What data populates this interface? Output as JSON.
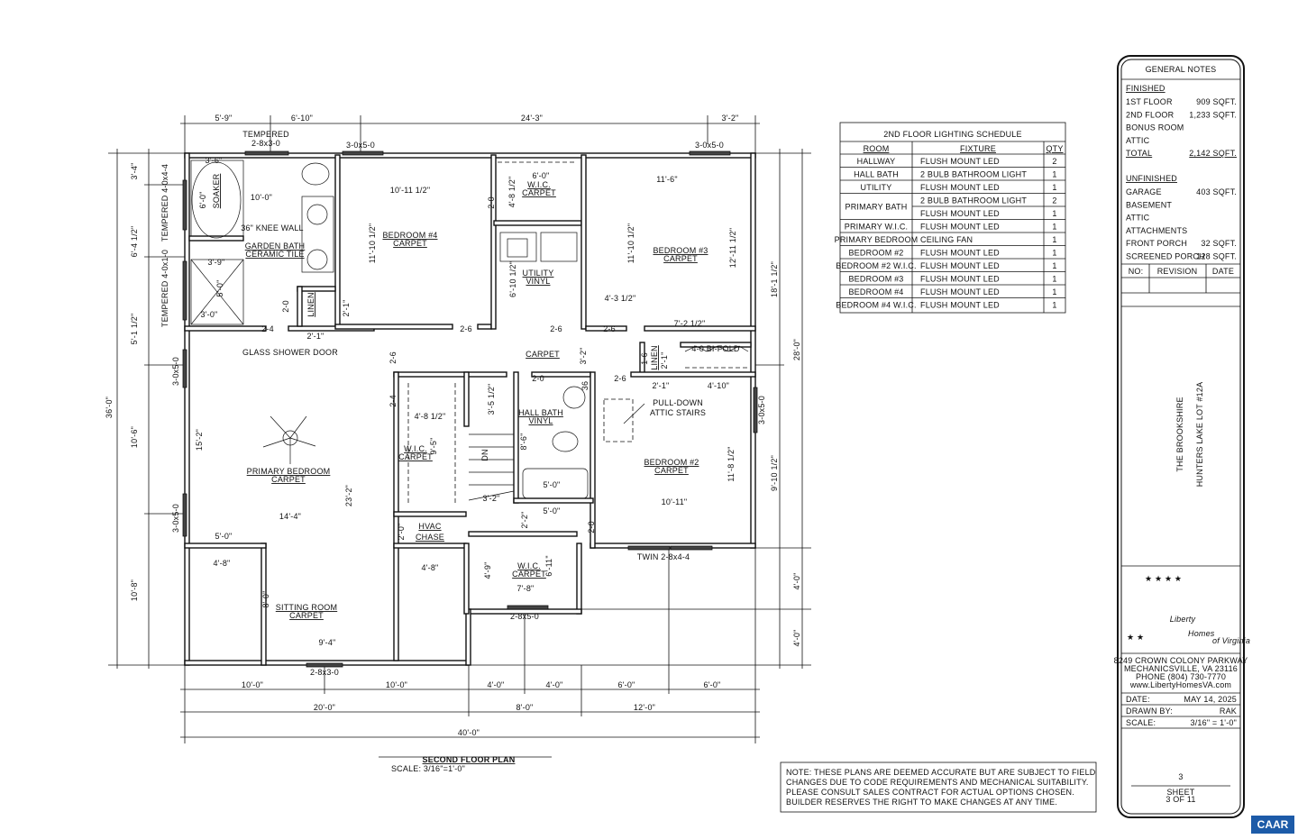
{
  "plan": {
    "title": "SECOND FLOOR PLAN",
    "scale": "SCALE: 3/16\"=1'-0\"",
    "rooms": [
      "BEDROOM #4",
      "CARPET",
      "W.I.C.",
      "CARPET",
      "UTILITY",
      "VINYL",
      "BEDROOM #3",
      "CARPET",
      "CARPET",
      "HALL BATH",
      "VINYL",
      "BEDROOM #2",
      "CARPET",
      "W.I.C.",
      "CARPET",
      "HVAC",
      "CHASE",
      "W.I.C.",
      "CARPET",
      "PRIMARY BEDROOM",
      "CARPET",
      "SITTING ROOM",
      "CARPET",
      "GARDEN BATH",
      "CERAMIC TILE",
      "SOAKER",
      "LINEN",
      "LINEN"
    ],
    "annotations": [
      "36\" KNEE WALL",
      "GLASS SHOWER DOOR",
      "PULL-DOWN",
      "ATTIC STAIRS",
      "4-0 BI-FOLD",
      "DN"
    ],
    "windows": [
      "TEMPERED",
      "2-8x3-0",
      "3-0x5-0",
      "3-0x5-0",
      "TEMPERED 4-0x4-4",
      "TEMPERED 4-0x1-0",
      "3-0x5-0",
      "3-0x5-0",
      "3-0x5-0",
      "TWIN 2-8x4-4",
      "2-8x5-0",
      "2-8x3-0"
    ],
    "dimensions": [
      "5'-9\"",
      "6'-10\"",
      "24'-3\"",
      "3'-2\"",
      "3'-4\"",
      "6'-4 1/2\"",
      "5'-1 1/2\"",
      "10'-6\"",
      "10'-8\"",
      "36'-0\"",
      "18'-1 1/2\"",
      "28'-0\"",
      "9'-10 1/2\"",
      "4'-0\"",
      "4'-0\"",
      "10'-0\"",
      "10'-0\"",
      "4'-0\"",
      "4'-0\"",
      "6'-0\"",
      "6'-0\"",
      "20'-0\"",
      "8'-0\"",
      "12'-0\"",
      "40'-0\"",
      "3'-6\"",
      "6'-0\"",
      "10'-0\"",
      "10'-11 1/2\"",
      "11'-10 1/2\"",
      "2'-1\"",
      "2-0",
      "3'-9\"",
      "5'-0\"",
      "3'-0\"",
      "2-4",
      "2'-1\"",
      "2-6",
      "2-0",
      "4'-8 1/2\"",
      "6'-0\"",
      "6'-10 1/2\"",
      "11'-6\"",
      "11'-10 1/2\"",
      "12'-11 1/2\"",
      "4'-3 1/2\"",
      "7'-2 1/2\"",
      "2-6",
      "2-6",
      "3'-2\"",
      "2-6",
      "1-6",
      "2'-1\"",
      "2-0",
      "2-6",
      "36",
      "2'-1\"",
      "4'-10\"",
      "2-4",
      "3'-5 1/2\"",
      "4'-8 1/2\"",
      "9'-5\"",
      "8'-6\"",
      "5'-0\"",
      "3'-2\"",
      "5'-0\"",
      "2'-2\"",
      "2'-0\"",
      "2-0",
      "10'-11\"",
      "11'-8 1/2\"",
      "4'-8\"",
      "4'-9\"",
      "6'-11\"",
      "7'-8\"",
      "15'-2\"",
      "23'-2\"",
      "14'-4\"",
      "5'-0\"",
      "4'-8\"",
      "8'-0\"",
      "9'-4\""
    ]
  },
  "lighting_schedule": {
    "title": "2ND FLOOR LIGHTING SCHEDULE",
    "headers": [
      "ROOM",
      "FIXTURE",
      "QTY"
    ],
    "rows": [
      {
        "room": "HALLWAY",
        "fixture": "FLUSH MOUNT LED",
        "qty": "2"
      },
      {
        "room": "HALL BATH",
        "fixture": "2 BULB BATHROOM LIGHT",
        "qty": "1"
      },
      {
        "room": "UTILITY",
        "fixture": "FLUSH MOUNT LED",
        "qty": "1"
      },
      {
        "room": "PRIMARY BATH",
        "fixture": "2 BULB BATHROOM LIGHT",
        "qty": "2"
      },
      {
        "room": "",
        "fixture": "FLUSH MOUNT LED",
        "qty": "1"
      },
      {
        "room": "PRIMARY W.I.C.",
        "fixture": "FLUSH MOUNT LED",
        "qty": "1"
      },
      {
        "room": "PRIMARY BEDROOM",
        "fixture": "CEILING FAN",
        "qty": "1"
      },
      {
        "room": "BEDROOM #2",
        "fixture": "FLUSH MOUNT LED",
        "qty": "1"
      },
      {
        "room": "BEDROOM #2 W.I.C.",
        "fixture": "FLUSH MOUNT LED",
        "qty": "1"
      },
      {
        "room": "BEDROOM #3",
        "fixture": "FLUSH MOUNT LED",
        "qty": "1"
      },
      {
        "room": "BEDROOM #4",
        "fixture": "FLUSH MOUNT LED",
        "qty": "1"
      },
      {
        "room": "BEDROOM #4 W.I.C.",
        "fixture": "FLUSH MOUNT LED",
        "qty": "1"
      }
    ]
  },
  "note": [
    "NOTE: THESE PLANS ARE DEEMED ACCURATE BUT ARE SUBJECT TO FIELD",
    "CHANGES DUE TO CODE REQUIREMENTS AND MECHANICAL SUITABILITY.",
    "PLEASE CONSULT SALES CONTRACT FOR ACTUAL OPTIONS CHOSEN.",
    "BUILDER RESERVES THE RIGHT TO MAKE CHANGES AT ANY TIME."
  ],
  "title_block": {
    "general_notes_title": "GENERAL NOTES",
    "finished_label": "FINISHED",
    "finished": [
      {
        "label": "1ST FLOOR",
        "value": "909 SQFT."
      },
      {
        "label": "2ND FLOOR",
        "value": "1,233 SQFT."
      },
      {
        "label": "BONUS ROOM",
        "value": ""
      },
      {
        "label": "ATTIC",
        "value": ""
      }
    ],
    "total": {
      "label": "TOTAL",
      "value": "2,142 SQFT."
    },
    "unfinished_label": "UNFINISHED",
    "unfinished": [
      {
        "label": "GARAGE",
        "value": "403 SQFT."
      },
      {
        "label": "BASEMENT",
        "value": ""
      },
      {
        "label": "ATTIC",
        "value": ""
      },
      {
        "label": "ATTACHMENTS",
        "value": ""
      },
      {
        "label": "FRONT PORCH",
        "value": "32 SQFT."
      },
      {
        "label": "SCREENED PORCH",
        "value": "128 SQFT."
      }
    ],
    "revision_headers": [
      "NO:",
      "REVISION",
      "DATE"
    ],
    "project_name": "THE BROOKSHIRE",
    "lot": "HUNTERS LAKE LOT #12A",
    "logo_text": "Liberty",
    "logo_sub": "Homes",
    "logo_sub2": "of Virginia",
    "address": [
      "8249 CROWN COLONY PARKWAY",
      "MECHANICSVILLE, VA 23116",
      "PHONE (804) 730-7770",
      "www.LibertyHomesVA.com"
    ],
    "date_label": "DATE:",
    "date": "MAY 14, 2025",
    "drawn_label": "DRAWN BY:",
    "drawn": "RAK",
    "scale_label": "SCALE:",
    "scale": "3/16\" = 1'-0\"",
    "sheet_number": "3",
    "sheet_label": "SHEET",
    "sheet_of": "3 OF 11"
  },
  "badge": "CAAR",
  "colors": {
    "ink": "#111111",
    "window_fill": "#444444",
    "badge": "#1d5ba8"
  }
}
